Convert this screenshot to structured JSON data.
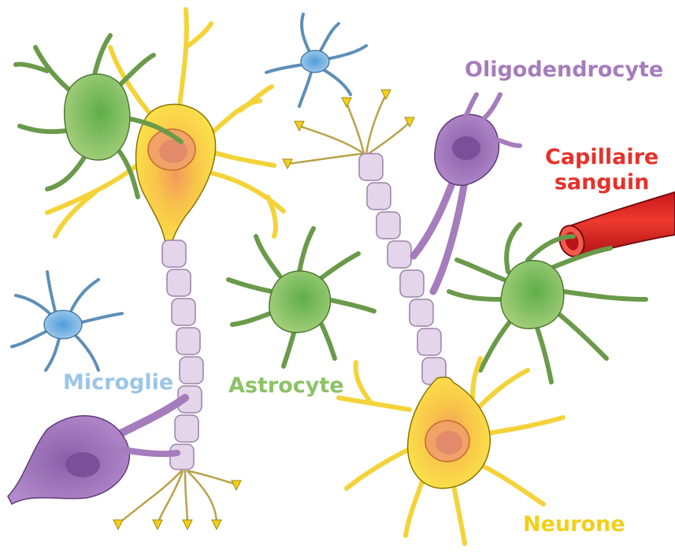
{
  "labels": {
    "oligodendrocyte": "Oligodendrocyte",
    "capillary_line1": "Capillaire",
    "capillary_line2": "sanguin",
    "microglia": "Microglie",
    "astrocyte": "Astrocyte",
    "neuron": "Neurone"
  },
  "colors": {
    "oligodendrocyte": "#a57cbc",
    "capillary": "#e5322b",
    "microglia": "#9cc6e8",
    "astrocyte": "#8cc266",
    "neuron": "#f2cf1a",
    "myelin": "#e4d5ea"
  }
}
